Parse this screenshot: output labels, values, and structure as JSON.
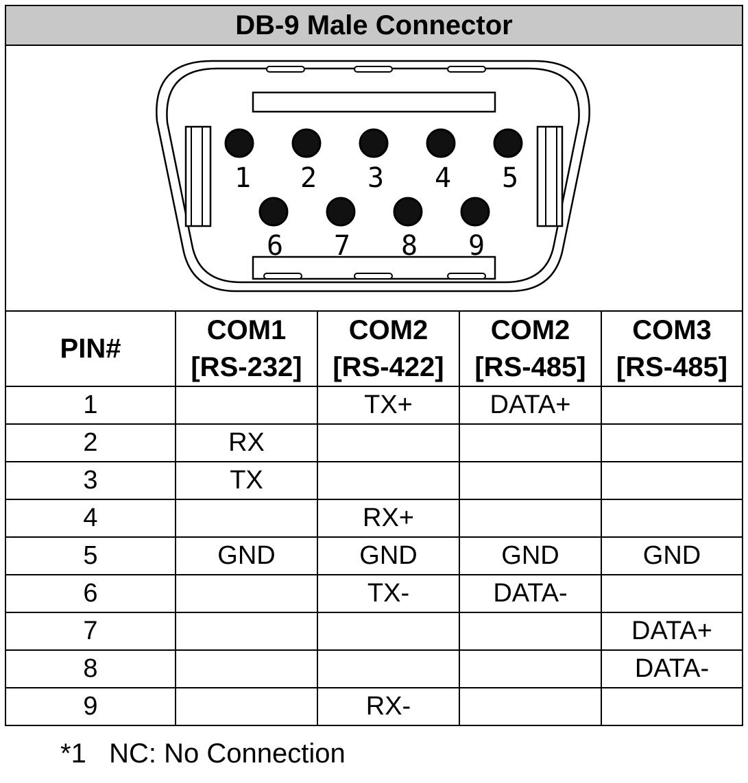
{
  "title": "DB-9 Male Connector",
  "connector": {
    "top_row_pins": [
      "1",
      "2",
      "3",
      "4",
      "5"
    ],
    "bottom_row_pins": [
      "6",
      "7",
      "8",
      "9"
    ],
    "pin_color": "#111111"
  },
  "table": {
    "headers": [
      {
        "line1": "PIN#",
        "line2": ""
      },
      {
        "line1": "COM1",
        "line2": "[RS-232]"
      },
      {
        "line1": "COM2",
        "line2": "[RS-422]"
      },
      {
        "line1": "COM2",
        "line2": "[RS-485]"
      },
      {
        "line1": "COM3",
        "line2": "[RS-485]"
      }
    ],
    "rows": [
      [
        "1",
        "",
        "TX+",
        "DATA+",
        ""
      ],
      [
        "2",
        "RX",
        "",
        "",
        ""
      ],
      [
        "3",
        "TX",
        "",
        "",
        ""
      ],
      [
        "4",
        "",
        "RX+",
        "",
        ""
      ],
      [
        "5",
        "GND",
        "GND",
        "GND",
        "GND"
      ],
      [
        "6",
        "",
        "TX-",
        "DATA-",
        ""
      ],
      [
        "7",
        "",
        "",
        "",
        "DATA+"
      ],
      [
        "8",
        "",
        "",
        "",
        "DATA-"
      ],
      [
        "9",
        "",
        "RX-",
        "",
        ""
      ]
    ]
  },
  "footnote": "*1   NC: No Connection",
  "colors": {
    "title_bar": "#c8c8c8",
    "lines": "#000000"
  }
}
